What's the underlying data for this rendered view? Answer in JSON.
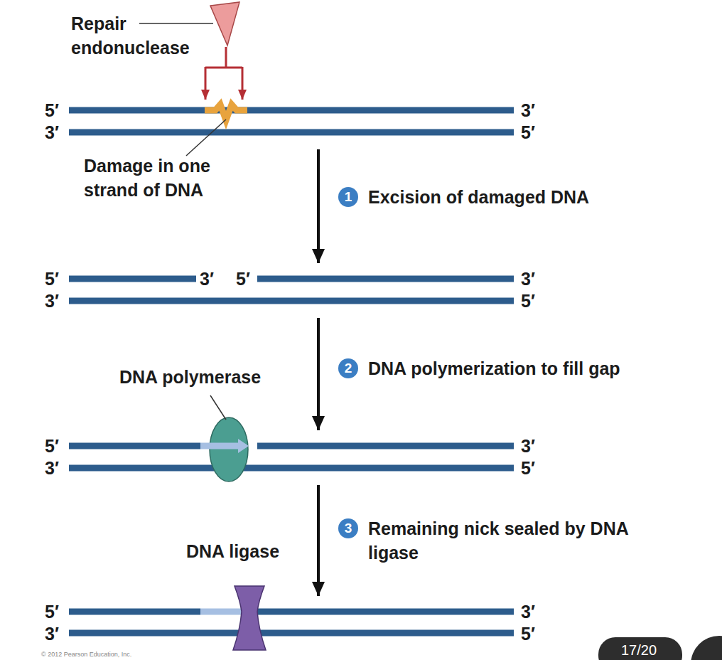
{
  "diagram": {
    "nodes": [
      {
        "text": [
          "5′",
          "3′",
          "3′",
          "5′"
        ]
      },
      {
        "text": [
          "1"
        ]
      },
      {
        "text": [
          "5′",
          "3′",
          "5′",
          "3′",
          "3′",
          "5′"
        ]
      },
      {
        "text": [
          "2"
        ]
      },
      {
        "text": [
          "5′",
          "3′",
          "3′",
          "5′"
        ]
      },
      {
        "text": [
          "3"
        ]
      },
      {
        "text": [
          "5′",
          "3′",
          "3′",
          "5′"
        ]
      }
    ],
    "edges": [
      {
        "from": 0,
        "to": 2,
        "arrow": "to",
        "label": "Excision of damaged DNA"
      },
      {
        "from": 2,
        "to": 4,
        "arrow": "to",
        "label": "DNA polymerization to fill gap"
      },
      {
        "from": 4,
        "to": 6,
        "arrow": "to",
        "label": "Remaining nick sealed by DNA ligase"
      }
    ],
    "labels": [
      "Repair endonuclease",
      "Damage in one strand of DNA",
      "DNA polymerase",
      "DNA ligase",
      "© 2012 Pearson Education, Inc.",
      "17/20"
    ]
  }
}
